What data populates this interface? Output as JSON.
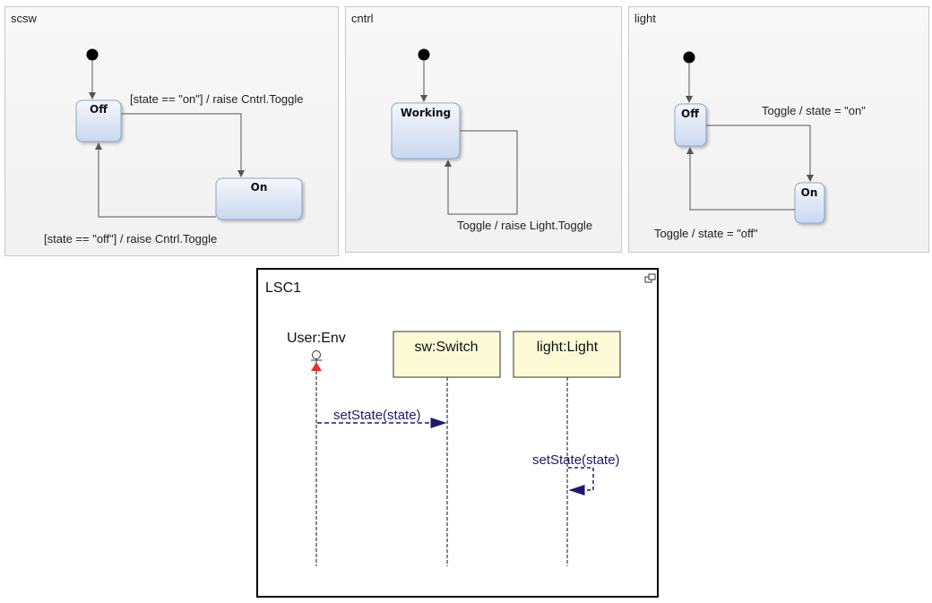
{
  "panels": {
    "scsw": {
      "title": "scsw",
      "states": {
        "off": "Off",
        "on": "On"
      },
      "transitions": {
        "off_to_on": "[state == \"on\"] / raise Cntrl.Toggle",
        "on_to_off": "[state == \"off\"] / raise Cntrl.Toggle"
      }
    },
    "cntrl": {
      "title": "cntrl",
      "states": {
        "working": "Working"
      },
      "transitions": {
        "self_loop": "Toggle / raise Light.Toggle"
      }
    },
    "light": {
      "title": "light",
      "states": {
        "off": "Off",
        "on": "On"
      },
      "transitions": {
        "off_to_on": "Toggle / state = \"on\"",
        "on_to_off": "Toggle / state = \"off\""
      }
    }
  },
  "lsc": {
    "title": "LSC1",
    "lifelines": {
      "env": "User:Env",
      "switch": "sw:Switch",
      "light": "light:Light"
    },
    "messages": {
      "env_to_switch": "setState(state)",
      "light_self": "setState(state)"
    }
  },
  "colors": {
    "state_fill_top": "#f4f7fc",
    "state_fill_bottom": "#c9d7ef",
    "lifeline_box": "#fdfbd6",
    "message": "#1a1a6e",
    "actor_accent": "#e53030"
  }
}
